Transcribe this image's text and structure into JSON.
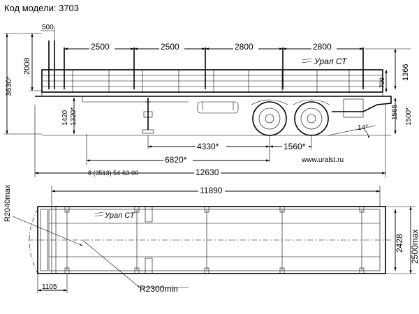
{
  "header": {
    "model_label": "Код модели:",
    "model_code": "3703"
  },
  "side_view": {
    "brand": "Урал СТ",
    "website": "www.uralst.ru",
    "phone": "8 (3513) 54-63-00",
    "dims": {
      "stake_offset": "500",
      "stake_spacing_1": "2500",
      "stake_spacing_2": "2500",
      "stake_spacing_3": "2800",
      "stake_spacing_4": "2800",
      "front_stake_height": "2008",
      "total_height": "3630*",
      "rear_stake_height": "1366",
      "side_board_height": "709",
      "kingpin_height_1": "1420",
      "kingpin_height_2": "1320*",
      "deck_height_1": "1565",
      "deck_height_2": "1500*",
      "departure_angle": "14°",
      "wheel_base_1": "4330*",
      "axle_spacing": "1560*",
      "kingpin_to_axle": "6820*",
      "overall_length": "12630"
    }
  },
  "top_view": {
    "brand": "Урал СТ",
    "dims": {
      "front_radius": "R2040max",
      "deck_length": "11890",
      "inner_width": "2428",
      "overall_width": "2500max",
      "kingpin_offset": "1105",
      "turn_radius": "R2300min"
    }
  }
}
